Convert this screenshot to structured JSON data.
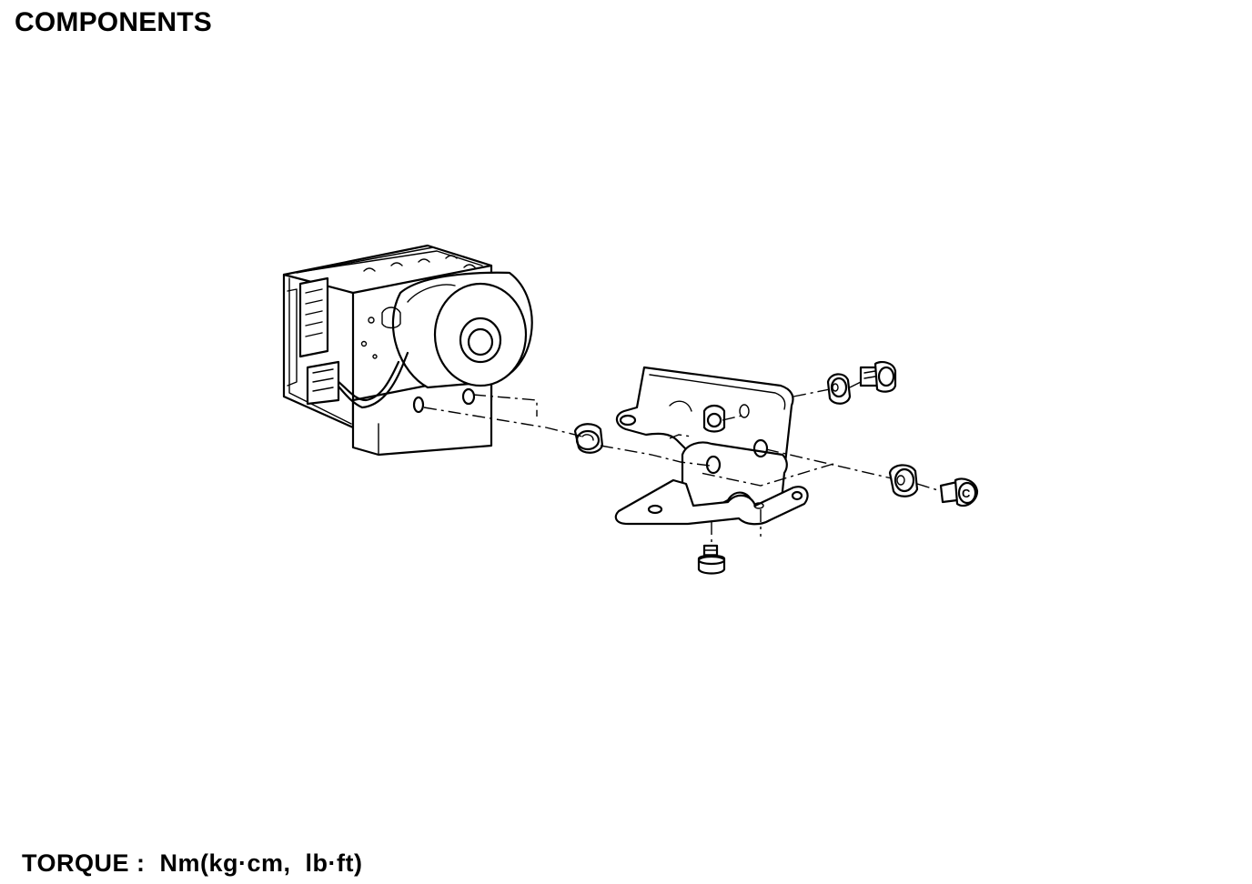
{
  "page": {
    "title": "COMPONENTS",
    "torque_legend": "TORQUE :  Nm(kg·cm,  lb·ft)"
  },
  "diagram": {
    "parts": [
      {
        "id": "abs-hydraulic-unit",
        "icon": "abs-modulator-icon"
      },
      {
        "id": "rubber-bushing",
        "icon": "bushing-icon"
      },
      {
        "id": "mounting-bracket",
        "icon": "bracket-icon"
      },
      {
        "id": "washer-upper",
        "icon": "washer-icon"
      },
      {
        "id": "bolt-upper",
        "icon": "bolt-icon"
      },
      {
        "id": "washer-lower",
        "icon": "washer-icon"
      },
      {
        "id": "bolt-c",
        "icon": "bolt-icon"
      },
      {
        "id": "bolt-bottom",
        "icon": "bolt-icon"
      }
    ],
    "callouts": {
      "bolt_c_label": "C"
    }
  }
}
